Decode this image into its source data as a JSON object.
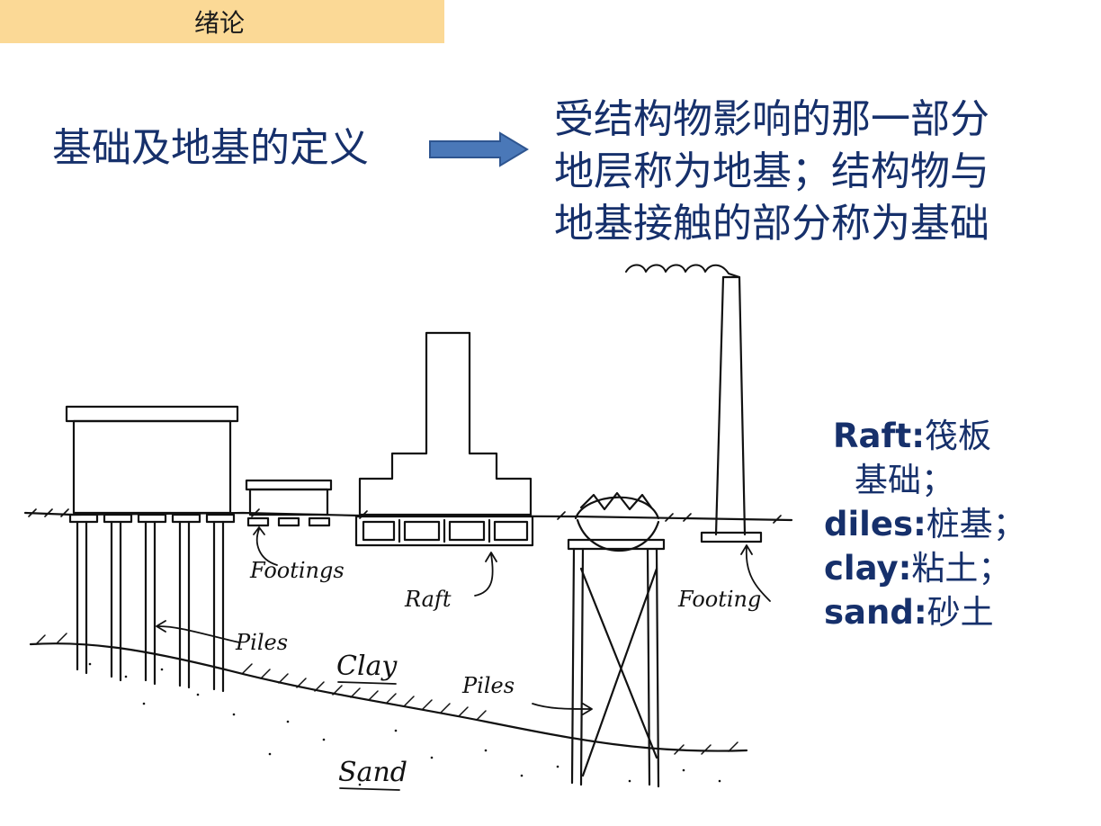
{
  "header": {
    "section_title": "绪论"
  },
  "left_heading": "基础及地基的定义",
  "definition_lines": [
    "受结构物影响的那一部分",
    "地层称为地基；结构物与",
    "地基接触的部分称为基础"
  ],
  "glossary": {
    "raft_term": "Raft:",
    "raft_cn_part1": "筏板",
    "raft_cn_part2": "基础；",
    "piles_term": "diles:",
    "piles_cn": "桩基；",
    "clay_term": "clay:",
    "clay_cn": "粘土；",
    "sand_term": "sand:",
    "sand_cn": "砂土"
  },
  "sketch_labels": {
    "footings": "Footings",
    "raft": "Raft",
    "footing": "Footing",
    "piles_left": "Piles",
    "piles_right": "Piles",
    "clay": "Clay",
    "sand": "Sand"
  },
  "colors": {
    "header_bg": "#fbd996",
    "text_blue": "#16306b",
    "arrow_fill": "#4a78b8"
  }
}
